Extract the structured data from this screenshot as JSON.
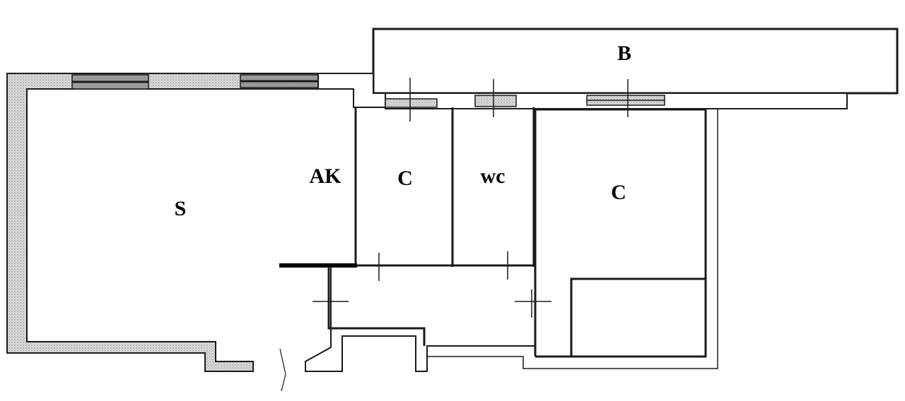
{
  "rooms": {
    "balcony": "B",
    "living": "S",
    "kitchenette": "AK",
    "room_small": "C",
    "bathroom": "wc",
    "room_large": "C"
  },
  "colors": {
    "wall_fill": "#e6e6e6",
    "line": "#1a1a1a",
    "window": "#9a9a9a",
    "background": "#ffffff"
  }
}
